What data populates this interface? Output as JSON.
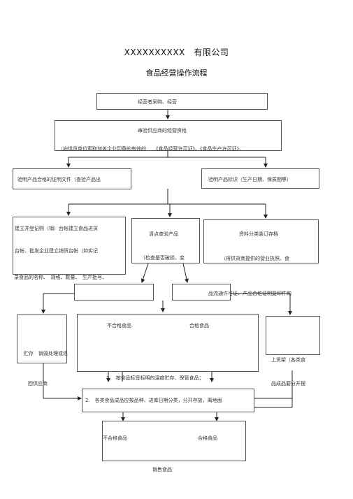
{
  "header": {
    "company": "XXXXXXXXXX　有限公司",
    "title": "食品经营操作流程"
  },
  "flow": {
    "step1": "经营者采购、经营",
    "step2_line1": "审验供应商的经营资格",
    "step2_line2": "（向供货单位索取加盖企业印章的有效的　　《食品经营许可证》、《食品生产许可证》、",
    "left_a": "验明产品合格的证明文件（查验产品出",
    "right_a": "验明产品标识（生产日期、保质期等）",
    "ledger_line1": "建立并登记购（销）台帐建立食品进货",
    "ledger_line2": "台帐、批发企业建立销货台帐（如实记",
    "ledger_line3": "录食品的名称、　规格、数量、　生产批号、",
    "check_line1": "清点查验产品",
    "check_line2": "（检查是否破损、变",
    "archive_line1": "资料分类装订存档",
    "archive_line2": "（将供货商提供的营业执照、食",
    "circulation": "品流通许可证、产品合格证明复印件和",
    "unqualified_1": "不合格食品",
    "qualified_1": "合格食品",
    "storage": "贮存　销毁处理或退",
    "return_supplier": "回供应商",
    "shelf_line1": "上货架（各类食",
    "shelf_line2": "品成品要分开摆",
    "rule1": "1.　按食品标签标明的温度贮存、保管食品；",
    "rule2": "2.　各类食品成品应按品种、进库日期分类，分开存放，离地面",
    "unqualified_2": "不合格食品",
    "qualified_2": "合格食品",
    "sales": "销售食品"
  }
}
